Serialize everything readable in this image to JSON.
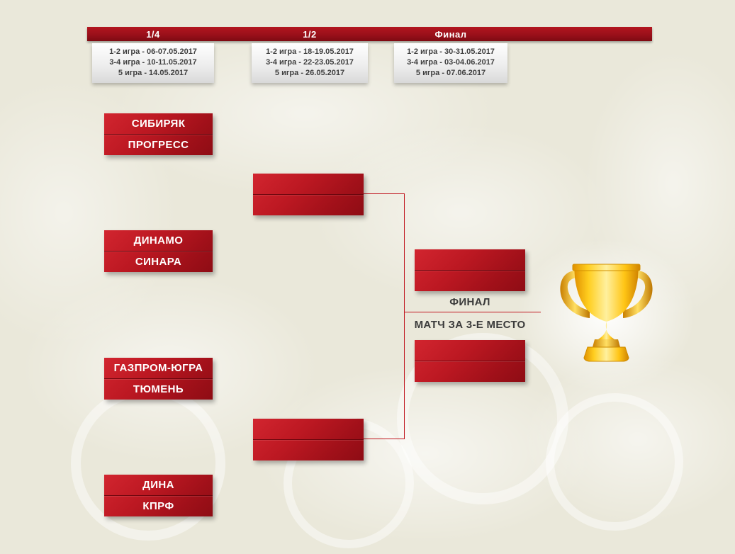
{
  "rounds": [
    {
      "label": "1/4",
      "dates": [
        "1-2 игра - 06-07.05.2017",
        "3-4 игра - 10-11.05.2017",
        "5 игра - 14.05.2017"
      ]
    },
    {
      "label": "1/2",
      "dates": [
        "1-2 игра - 18-19.05.2017",
        "3-4 игра - 22-23.05.2017",
        "5 игра - 26.05.2017"
      ]
    },
    {
      "label": "Финал",
      "dates": [
        "1-2 игра - 30-31.05.2017",
        "3-4 игра - 03-04.06.2017",
        "5 игра - 07.06.2017"
      ]
    }
  ],
  "matches": {
    "quarterfinals": [
      {
        "home": "СИБИРЯК",
        "away": "ПРОГРЕСС"
      },
      {
        "home": "ДИНАМО",
        "away": "СИНАРА"
      },
      {
        "home": "ГАЗПРОМ-ЮГРА",
        "away": "ТЮМЕНЬ"
      },
      {
        "home": "ДИНА",
        "away": "КПРФ"
      }
    ],
    "semifinals": [
      {
        "home": "",
        "away": ""
      },
      {
        "home": "",
        "away": ""
      }
    ],
    "final": {
      "home": "",
      "away": ""
    },
    "third_place": {
      "home": "",
      "away": ""
    }
  },
  "labels": {
    "final": "ФИНАЛ",
    "third_place": "МАТЧ ЗА 3-Е МЕСТО"
  },
  "icons": {
    "trophy": "trophy-icon"
  },
  "colors": {
    "background": "#eae8da",
    "header_red": "#9a101a",
    "box_red_light": "#d2252f",
    "box_red_dark": "#8e0c14",
    "connector_red": "#c0161f",
    "date_text": "#3f3f3f",
    "trophy_gold": "#ffc515"
  }
}
